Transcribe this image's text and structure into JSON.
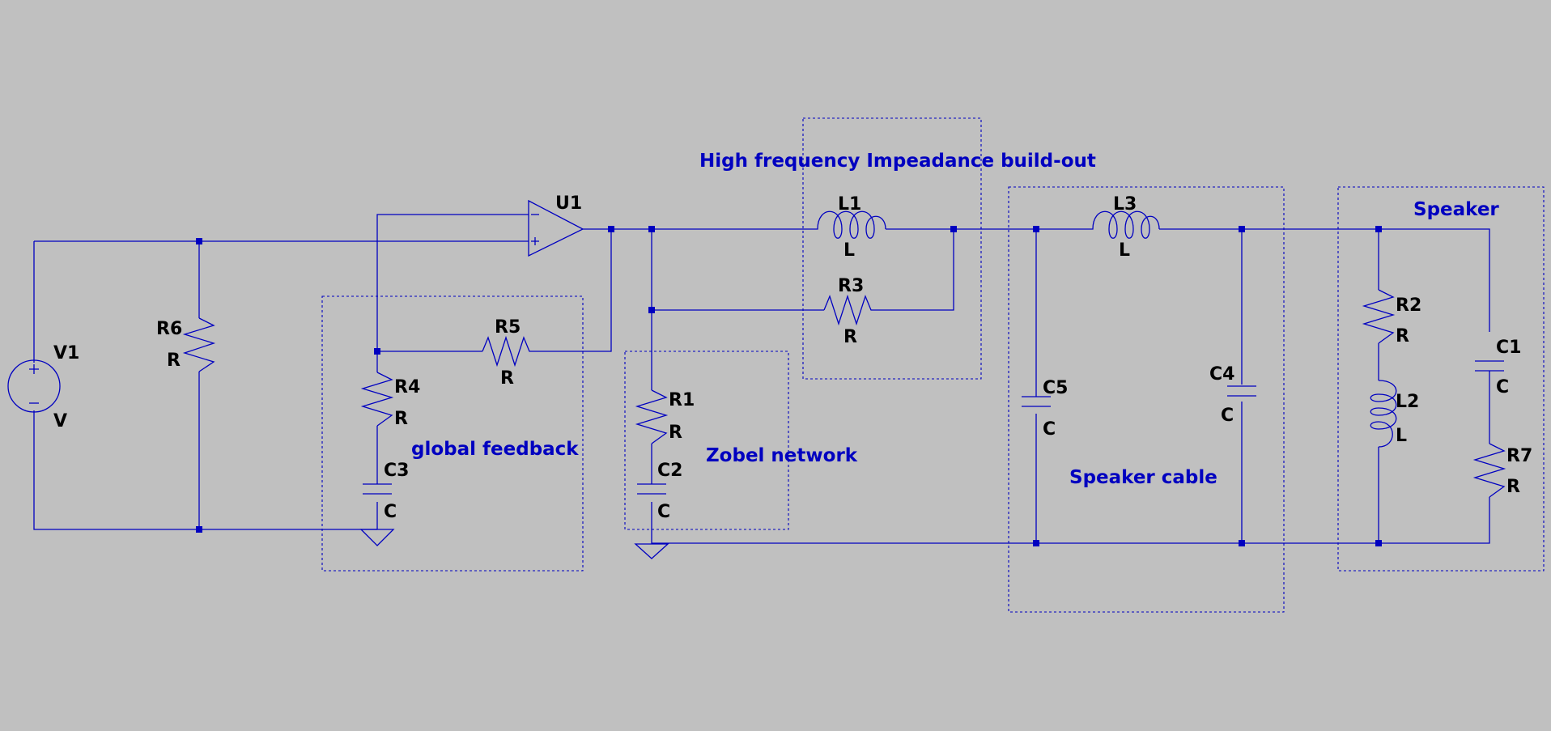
{
  "colors": {
    "background": "#c0c0c0",
    "wire": "#0000c0",
    "label": "#000000",
    "annotation": "#0000c0"
  },
  "annotations": {
    "hf_buildout": "High frequency Impeadance build-out",
    "global_feedback": "global feedback",
    "zobel": "Zobel network",
    "speaker_cable": "Speaker cable",
    "speaker": "Speaker"
  },
  "components": {
    "V1": {
      "name": "V1",
      "value": "V"
    },
    "R6": {
      "name": "R6",
      "value": "R"
    },
    "U1": {
      "name": "U1"
    },
    "R5": {
      "name": "R5",
      "value": "R"
    },
    "R4": {
      "name": "R4",
      "value": "R"
    },
    "C3": {
      "name": "C3",
      "value": "C"
    },
    "R1": {
      "name": "R1",
      "value": "R"
    },
    "C2": {
      "name": "C2",
      "value": "C"
    },
    "L1": {
      "name": "L1",
      "value": "L"
    },
    "R3": {
      "name": "R3",
      "value": "R"
    },
    "L3": {
      "name": "L3",
      "value": "L"
    },
    "C5": {
      "name": "C5",
      "value": "C"
    },
    "C4": {
      "name": "C4",
      "value": "C"
    },
    "R2": {
      "name": "R2",
      "value": "R"
    },
    "L2": {
      "name": "L2",
      "value": "L"
    },
    "C1": {
      "name": "C1",
      "value": "C"
    },
    "R7": {
      "name": "R7",
      "value": "R"
    }
  }
}
